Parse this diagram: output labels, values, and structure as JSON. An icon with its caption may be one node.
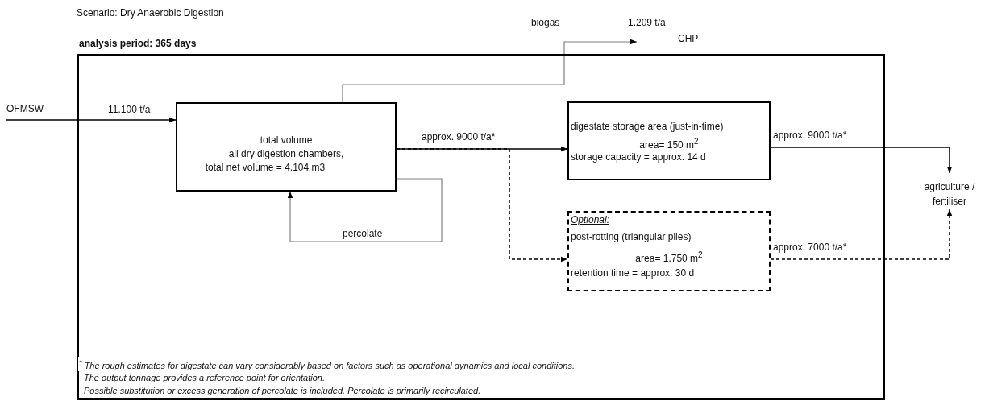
{
  "diagram": {
    "title": "Scenario: Dry Anaerobic Digestion",
    "nodes": [
      {
        "text": [
          "analysis period: 365 days"
        ]
      },
      {
        "text": [
          "OFMSW"
        ]
      },
      {
        "text": [
          "total volume",
          "all dry digestion chambers,",
          "total net volume = 4.104 m3"
        ],
        "in": 0
      },
      {
        "text": [
          "CHP"
        ]
      },
      {
        "text": [
          "digestate storage area (just-in-time)",
          "area=  150 m$^{2}$",
          "storage capacity = approx. 14 d"
        ],
        "in": 0
      },
      {
        "text": [
          "Optional:",
          "post-rotting (triangular piles)",
          "area=  1.750 m$^{2}$",
          "retention time = approx. 30 d"
        ],
        "in": 0
      },
      {
        "text": [
          "agriculture / fertiliser"
        ]
      }
    ],
    "edges": [
      {
        "from": 1,
        "to": 2,
        "arrow": "to",
        "label": "11.100 t/a"
      },
      {
        "from": 2,
        "to": 3,
        "arrow": "to",
        "label": "1.209 t/a",
        "color": "#7f7f7f"
      },
      {
        "from": 2,
        "to": 4,
        "arrow": "to",
        "label": "approx. 9000 t/a*"
      },
      {
        "from": 2,
        "to": 5,
        "arrow": "to",
        "style": "dashed"
      },
      {
        "from": 2,
        "to": 2,
        "arrow": "to",
        "label": "percolate",
        "color": "#7f7f7f"
      },
      {
        "from": 4,
        "to": 6,
        "arrow": "to",
        "label": "approx. 9000 t/a*"
      },
      {
        "from": 5,
        "to": 6,
        "arrow": "to",
        "label": "approx. 7000 t/a*",
        "style": "dashed"
      }
    ],
    "labels": [
      "biogas",
      "$^{*}$ The rough estimates for digestate can vary considerably based on factors such as operational dynamics and local conditions.",
      "The output tonnage provides a reference point for orientation.",
      "Possible substitution or excess generation of percolate is included. Percolate is primarily recirculated."
    ]
  }
}
